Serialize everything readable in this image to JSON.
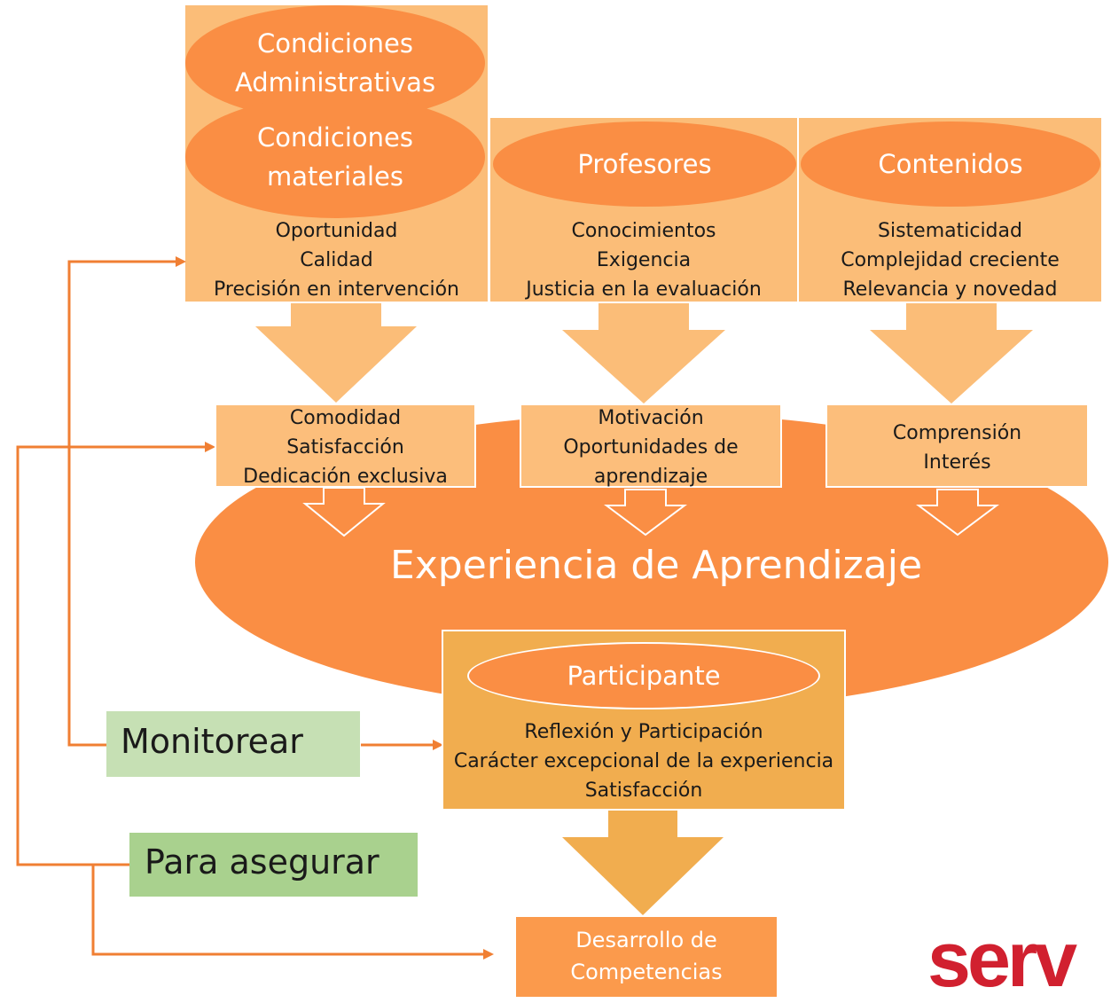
{
  "columns": [
    {
      "headers": [
        "Condiciones Administrativas",
        "Condiciones materiales"
      ],
      "items": [
        "Oportunidad",
        "Calidad",
        "Precisión en intervención"
      ],
      "outcomes": [
        "Comodidad",
        "Satisfacción",
        "Dedicación exclusiva"
      ]
    },
    {
      "headers": [
        "Profesores"
      ],
      "items": [
        "Conocimientos",
        "Exigencia",
        "Justicia en la evaluación"
      ],
      "outcomes": [
        "Motivación",
        "Oportunidades de",
        "aprendizaje"
      ]
    },
    {
      "headers": [
        "Contenidos"
      ],
      "items": [
        "Sistematicidad",
        "Complejidad creciente",
        "Relevancia y novedad"
      ],
      "outcomes": [
        "Comprensión",
        "Interés"
      ]
    }
  ],
  "experience": "Experiencia de Aprendizaje",
  "participant": {
    "title": "Participante",
    "items": [
      "Reflexión y Participación",
      "Carácter excepcional de la experiencia",
      "Satisfacción"
    ]
  },
  "result": [
    "Desarrollo de",
    "Competencias"
  ],
  "monitor_label": "Monitorear",
  "assure_label": "Para asegurar",
  "logo_text": "serv",
  "colors": {
    "box_light": "#fbbd78",
    "oval_orange": "#fa8e44",
    "participant_box": "#f1ad4f",
    "result_box": "#fb9a4c",
    "monitor_green": "#c6e0b4",
    "assure_green": "#a9d18e",
    "connector": "#f07f33",
    "logo_red": "#d1202f"
  }
}
